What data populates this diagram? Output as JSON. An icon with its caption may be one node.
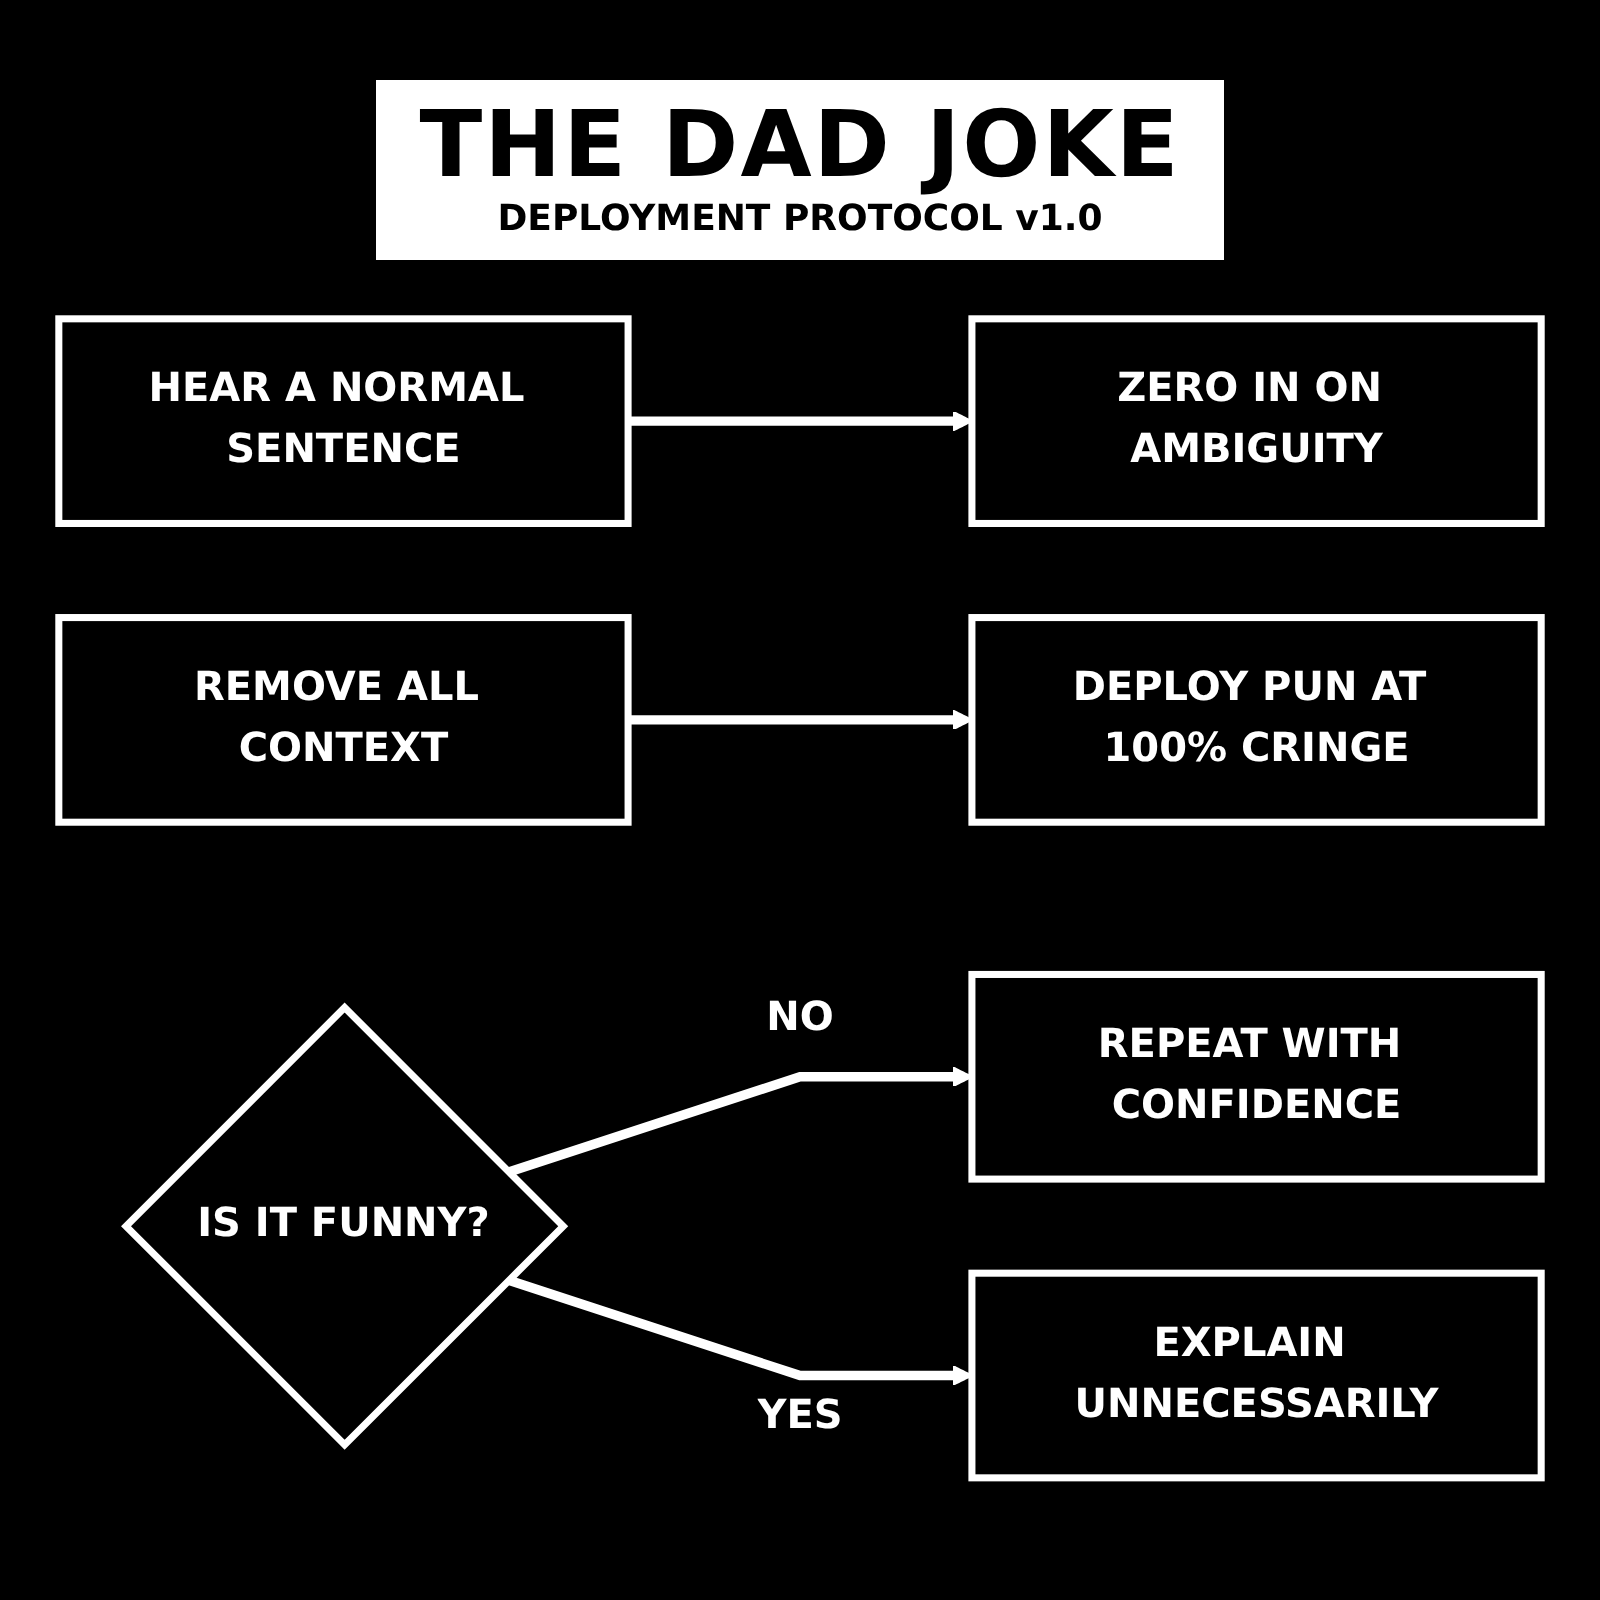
{
  "diagram": {
    "title": "THE DAD JOKE",
    "nodes": [
      {
        "text": [
          "HEAR A NORMAL SENTENCE"
        ]
      },
      {
        "text": [
          "ZERO IN ON AMBIGUITY"
        ]
      },
      {
        "text": [
          "DEPLOY PUN AT 100% CRINGE"
        ]
      },
      {
        "text": [
          "REMOVE ALL CONTEXT"
        ]
      },
      {
        "text": [
          "IS IT FUNNY?"
        ]
      },
      {
        "text": [
          "REPEAT WITH CONFIDENCE"
        ]
      },
      {
        "text": [
          "EXPLAIN UNNECESSARILY"
        ]
      }
    ],
    "edges": [
      {
        "from": 0,
        "to": 1,
        "arrow": "to"
      },
      {
        "from": 3,
        "to": 2,
        "arrow": "to"
      },
      {
        "from": 4,
        "to": 5,
        "label": "NO",
        "arrow": "to"
      },
      {
        "from": 4,
        "to": 6,
        "label": "YES",
        "arrow": "to"
      }
    ],
    "labels": [
      "DEPLOYMENT PROTOCOL v1.0"
    ]
  }
}
